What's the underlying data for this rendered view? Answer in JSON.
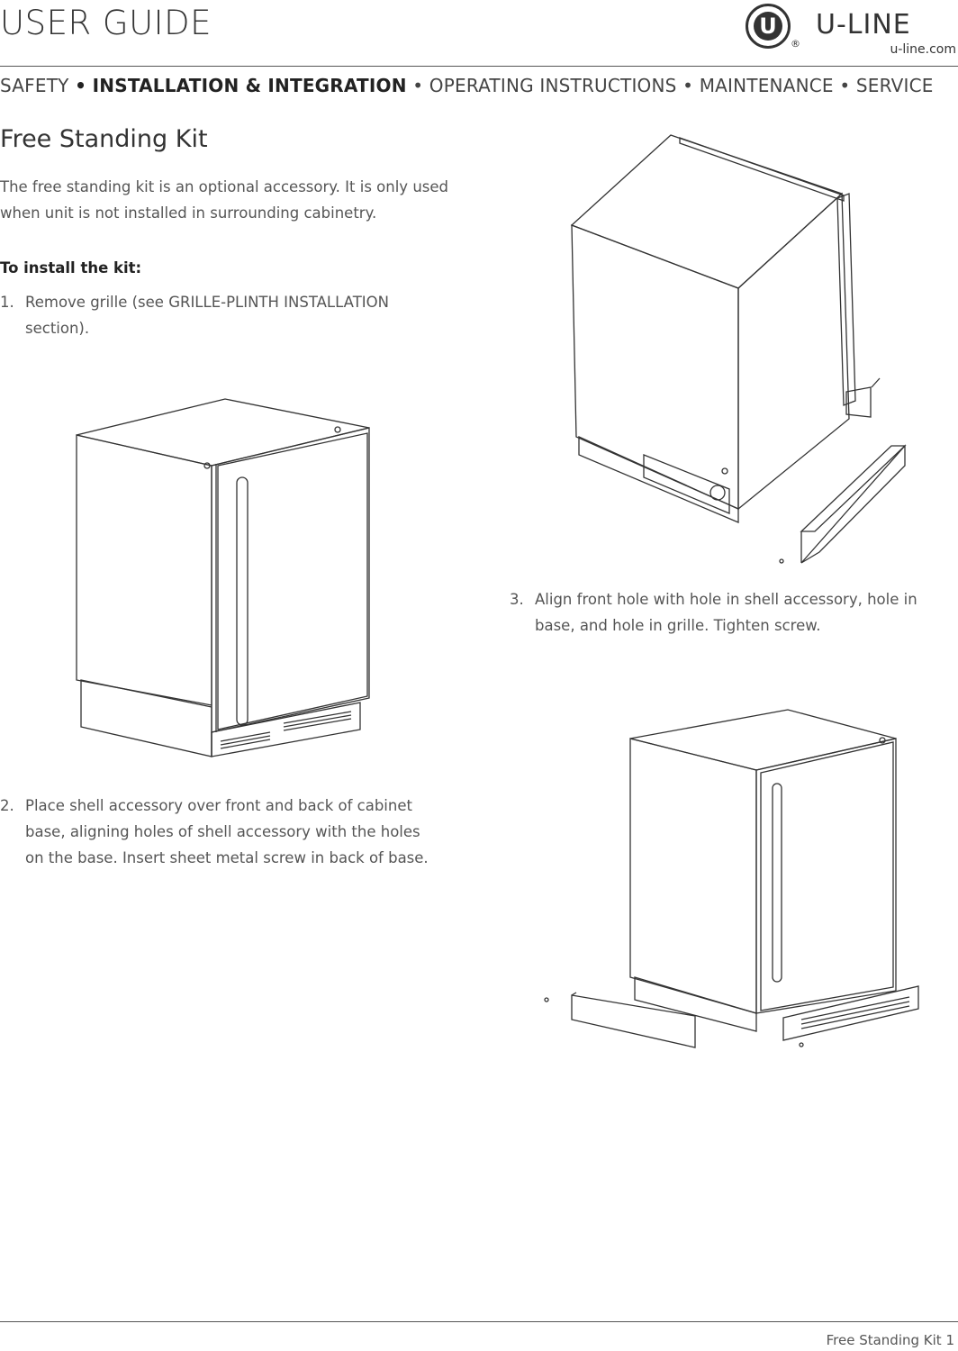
{
  "header": {
    "title": "USER GUIDE",
    "logo": {
      "icon": "u-line-logo-icon",
      "mark": "U",
      "registered": "®",
      "brand": "U-LINE",
      "url": "u-line.com"
    }
  },
  "nav": {
    "items": [
      {
        "label": "SAFETY",
        "active": false
      },
      {
        "label": "INSTALLATION & INTEGRATION",
        "active": true
      },
      {
        "label": "OPERATING INSTRUCTIONS",
        "active": false
      },
      {
        "label": "MAINTENANCE",
        "active": false
      },
      {
        "label": "SERVICE",
        "active": false
      }
    ],
    "separator": "•"
  },
  "content": {
    "title": "Free Standing Kit",
    "intro": "The free standing kit is an optional accessory. It is only used when unit is not installed in surrounding cabinetry.",
    "heading": "To install the kit:",
    "steps": [
      {
        "num": "1.",
        "text_lines": [
          "Remove grille (see GRILLE-PLINTH INSTALLATION",
          "section)."
        ]
      },
      {
        "num": "2.",
        "text_lines": [
          "Place shell accessory over front and back of cabinet",
          "base, aligning holes of shell accessory with the holes",
          "on the base. Insert sheet metal screw in back of base."
        ]
      },
      {
        "num": "3.",
        "text_lines": [
          "Align front hole with hole in shell accessory, hole in",
          "base, and hole in grille. Tighten screw."
        ]
      }
    ]
  },
  "footer": {
    "text": "Free Standing Kit 1"
  }
}
